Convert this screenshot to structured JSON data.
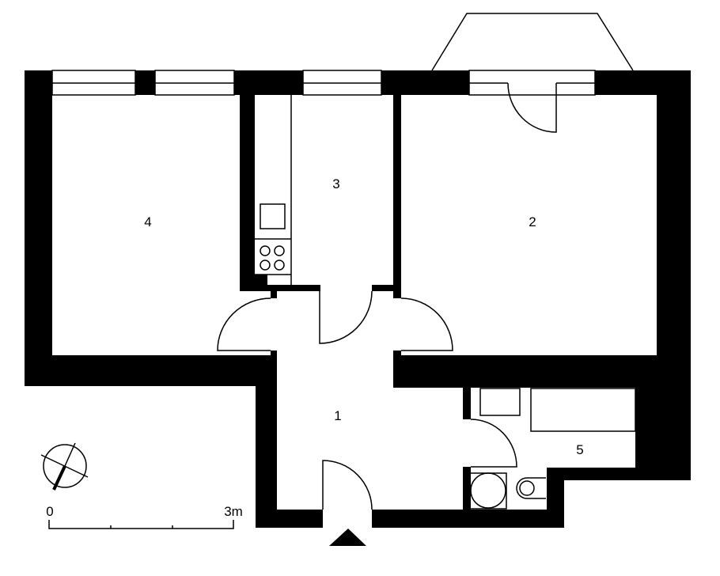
{
  "plan": {
    "rooms": [
      {
        "id": "1",
        "label": "1"
      },
      {
        "id": "2",
        "label": "2"
      },
      {
        "id": "3",
        "label": "3"
      },
      {
        "id": "4",
        "label": "4"
      },
      {
        "id": "5",
        "label": "5"
      }
    ],
    "scale": {
      "start_label": "0",
      "end_label": "3m"
    },
    "colors": {
      "wall": "#000000",
      "background": "#ffffff"
    }
  }
}
